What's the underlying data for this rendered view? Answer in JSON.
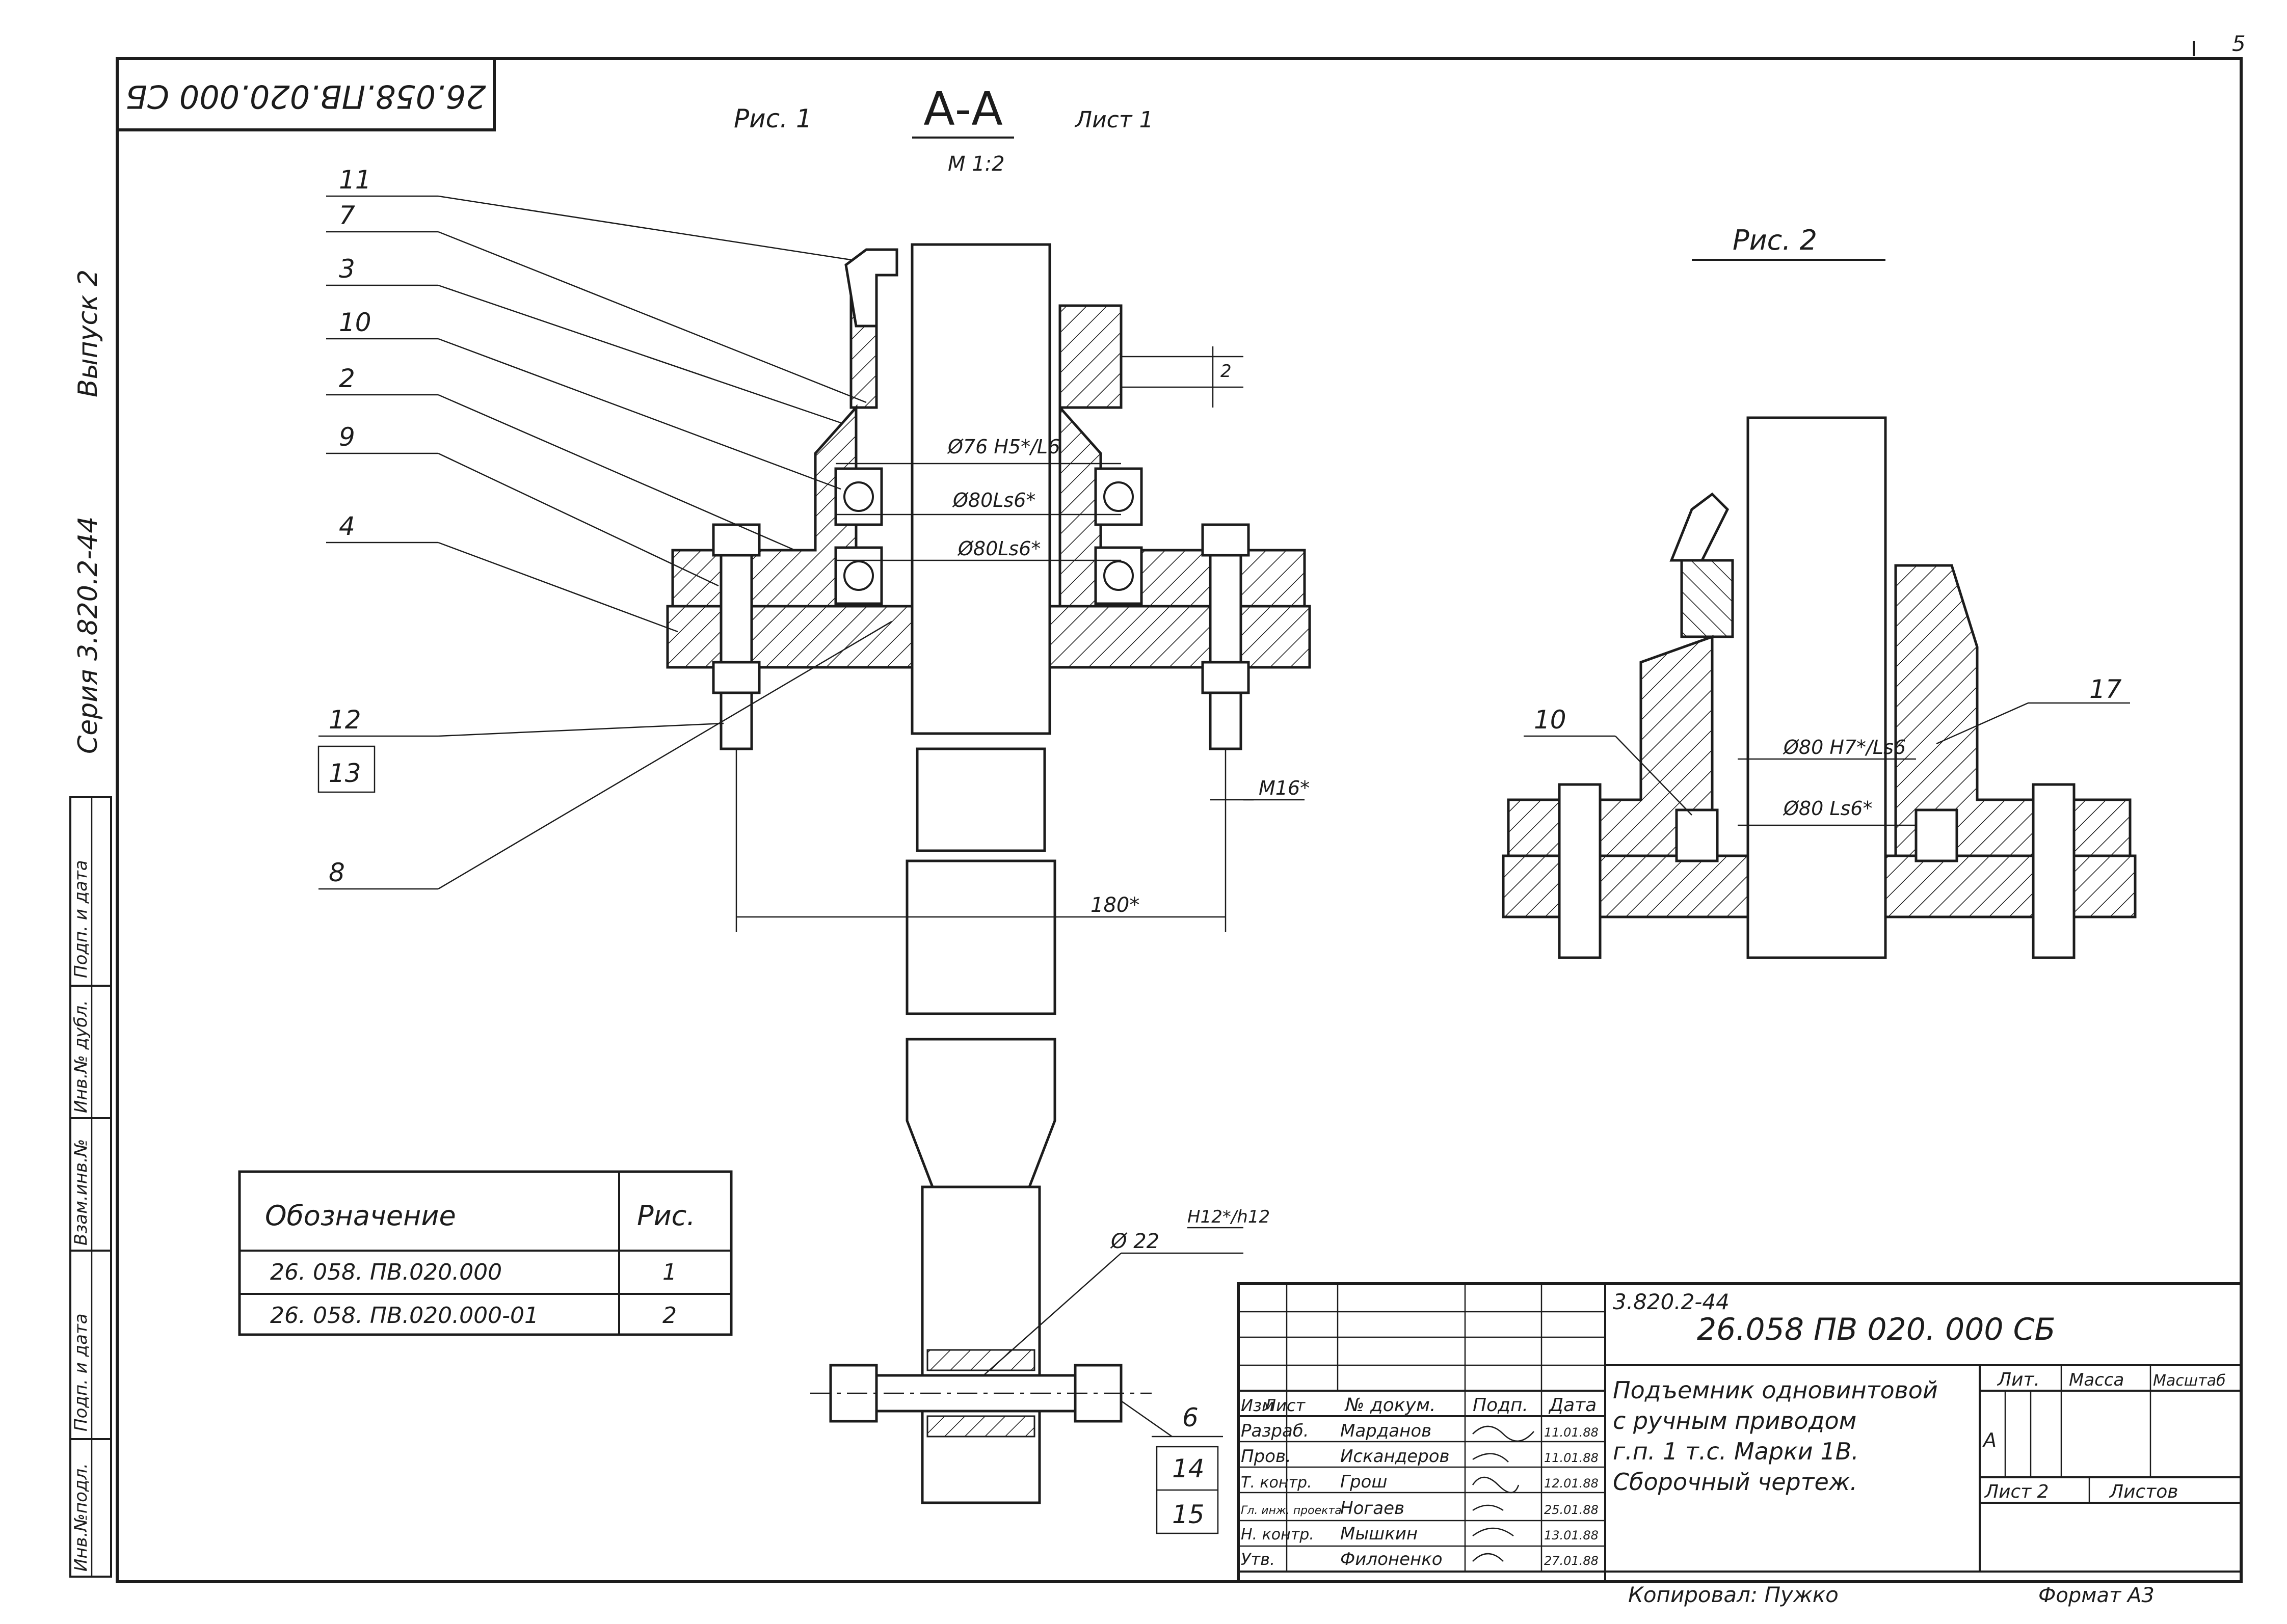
{
  "sheet_number": "5",
  "stamp_top": "26.058.ПВ.020.000 СБ",
  "series": "Серия  3.820.2-44",
  "issue": "Выпуск  2",
  "side_labels": [
    "Подп. и дата",
    "Инв.№ дубл.",
    "Взам.инв.№",
    "Подп. и дата",
    "Инв.№подл."
  ],
  "fig1": {
    "title": "Рис. 1",
    "section": "А-А",
    "scale": "М 1:2",
    "sheet": "Лист 1"
  },
  "fig2": {
    "title": "Рис. 2"
  },
  "callouts": [
    "11",
    "7",
    "3",
    "10",
    "2",
    "9",
    "4",
    "12",
    "13",
    "8",
    "6",
    "14",
    "15"
  ],
  "fig2_callouts": [
    "10",
    "17"
  ],
  "dims": {
    "d76": "Ø76 H5*/L6",
    "d80a": "Ø80Ls6*",
    "d80b": "Ø80Ls6*",
    "m16": "М16*",
    "l180": "180*",
    "d22": "Ø 22",
    "d22_fit": "H12*/h12",
    "gap": "2",
    "f2_d80a": "Ø80 H7*/Ls6",
    "f2_d80b": "Ø80 Ls6*"
  },
  "variants_table": {
    "headers": [
      "Обозначение",
      "Рис."
    ],
    "rows": [
      [
        "26. 058. ПВ.020.000",
        "1"
      ],
      [
        "26. 058. ПВ.020.000-01",
        "2"
      ]
    ]
  },
  "title_block": {
    "series_code": "3.820.2-44",
    "doc_number": "26.058 ПВ 020. 000 СБ",
    "title_lines": [
      "Подъемник одновинтовой",
      "с ручным приводом",
      "г.п. 1 т.с. Марки 1В.",
      "Сборочный чертеж."
    ],
    "sig_headers": [
      "Изм",
      "Лист",
      "№ докум.",
      "Подп.",
      "Дата"
    ],
    "roles": [
      {
        "role": "Разраб.",
        "name": "Марданов",
        "date": "11.01.88"
      },
      {
        "role": "Пров.",
        "name": "Искандеров",
        "date": "11.01.88"
      },
      {
        "role": "Т. контр.",
        "name": "Грош",
        "date": "12.01.88"
      },
      {
        "role": "Гл. инж. проекта",
        "name": "Ногаев",
        "date": "25.01.88"
      },
      {
        "role": "Н. контр.",
        "name": "Мышкин",
        "date": "13.01.88"
      },
      {
        "role": "Утв.",
        "name": "Филоненко",
        "date": "27.01.88"
      }
    ],
    "lit_header": "Лит.",
    "mass_header": "Масса",
    "scale_header": "Масштаб",
    "lit_value": "А",
    "sheet_label": "Лист 2",
    "sheets_label": "Листов",
    "copied_by": "Копировал: Пужко",
    "format": "Формат  А3"
  }
}
